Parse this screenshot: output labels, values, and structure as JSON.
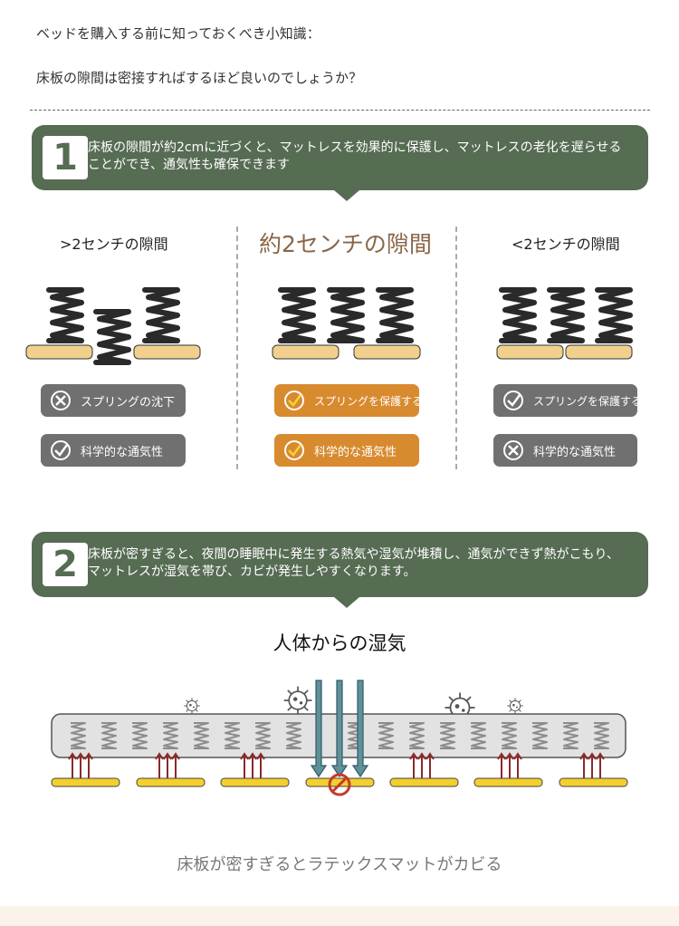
{
  "intro": {
    "line1": "ベッドを購入する前に知っておくべき小知識：",
    "line2": "床板の隙間は密接すればするほど良いのでしょうか？"
  },
  "section1": {
    "number": "1",
    "text": "床板の隙間が約2cmに近づくと、マットレスを効果的に保護し、マットレスの老化を遅らせることができ、通気性も確保できます"
  },
  "columns": [
    {
      "label": ">2センチの隙間",
      "pills": [
        {
          "text": "スプリングの沈下",
          "icon": "cross-icon"
        },
        {
          "text": "科学的な通気性",
          "icon": "check-icon"
        }
      ]
    },
    {
      "label": "約2センチの隙間",
      "pills": [
        {
          "text": "スプリングを保護する",
          "icon": "check-icon"
        },
        {
          "text": "科学的な通気性",
          "icon": "check-icon"
        }
      ]
    },
    {
      "label": "<2センチの隙間",
      "pills": [
        {
          "text": "スプリングを保護する",
          "icon": "check-icon"
        },
        {
          "text": "科学的な通気性",
          "icon": "cross-icon"
        }
      ]
    }
  ],
  "section2": {
    "number": "2",
    "text": "床板が密すぎると、夜間の睡眠中に発生する熱気や湿気が堆積し、通気ができず熱がこもり、マットレスが湿気を帯び、カビが発生しやすくなります。"
  },
  "diagram": {
    "title": "人体からの湿気",
    "caption": "床板が密すぎるとラテックスマットがカビる"
  },
  "colors": {
    "green": "#566c53",
    "orange": "#d88a2f",
    "gray": "#707070",
    "slat": "#f0d08c",
    "heading": "#8a6648"
  }
}
